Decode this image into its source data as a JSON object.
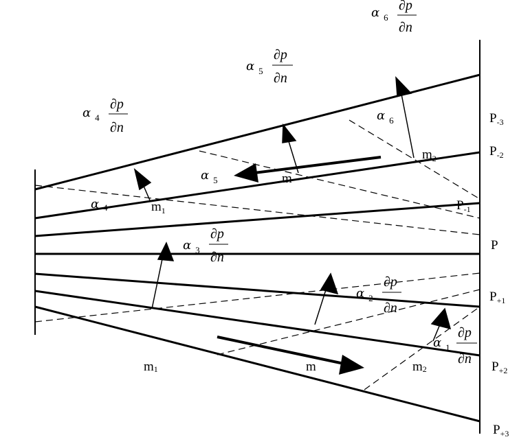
{
  "isobars": [
    {
      "label": "P",
      "sub": "-3"
    },
    {
      "label": "P",
      "sub": "-2"
    },
    {
      "label": "P",
      "sub": "-1"
    },
    {
      "label": "P",
      "sub": ""
    },
    {
      "label": "P",
      "sub": "+1"
    },
    {
      "label": "P",
      "sub": "+2"
    },
    {
      "label": "P",
      "sub": "+3"
    }
  ],
  "points": {
    "m_top": "m",
    "m1_top": "m",
    "m1_top_sub": "1",
    "m2_top": "m",
    "m2_top_sub": "2",
    "m_bottom": "m",
    "m1_bottom": "m",
    "m1_bottom_sub": "1",
    "m2_bottom": "m",
    "m2_bottom_sub": "2"
  },
  "alphas": {
    "a1": {
      "symbol": "α",
      "sub": "1"
    },
    "a2": {
      "symbol": "α",
      "sub": "2"
    },
    "a3": {
      "symbol": "α",
      "sub": "3"
    },
    "a4": {
      "symbol": "α",
      "sub": "4"
    },
    "a5": {
      "symbol": "α",
      "sub": "5"
    },
    "a6": {
      "symbol": "α",
      "sub": "6"
    }
  },
  "gradient": {
    "numerator": "∂p",
    "denominator": "∂n"
  },
  "colors": {
    "stroke": "#000000",
    "background": "#ffffff"
  }
}
